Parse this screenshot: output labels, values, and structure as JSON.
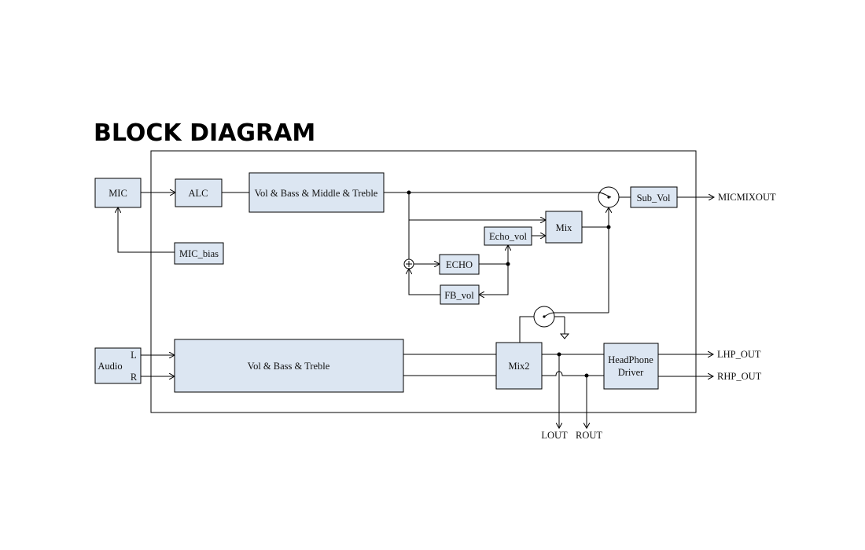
{
  "title": "BLOCK DIAGRAM",
  "colors": {
    "block_fill": "#dce6f2",
    "stroke": "#000000"
  },
  "blocks": {
    "mic": "MIC",
    "alc": "ALC",
    "vbmt": "Vol & Bass & Middle & Treble",
    "mic_bias": "MIC_bias",
    "sub_vol": "Sub_Vol",
    "mix": "Mix",
    "echo_vol": "Echo_vol",
    "echo": "ECHO",
    "fb_vol": "FB_vol",
    "audio": "Audio",
    "vbt": "Vol & Bass  & Treble",
    "mix2": "Mix2",
    "hp_driver_line1": "HeadPhone",
    "hp_driver_line2": "Driver"
  },
  "labels": {
    "audio_l": "L",
    "audio_r": "R",
    "micmixout": "MICMIXOUT",
    "lhp_out": "LHP_OUT",
    "rhp_out": "RHP_OUT",
    "lout": "LOUT",
    "rout": "ROUT"
  },
  "icons": {
    "summing_node": "plus-circle-icon",
    "switch_1": "switch-circle-icon",
    "switch_2": "switch-circle-icon",
    "ground": "ground-icon"
  }
}
